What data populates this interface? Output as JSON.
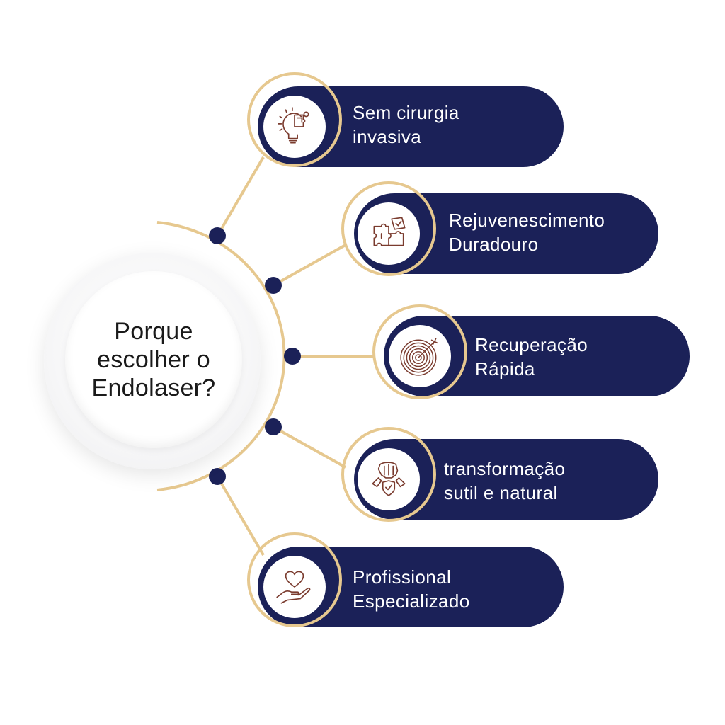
{
  "center": {
    "line1": "Porque",
    "line2": "escolher o",
    "line3": "Endolaser?"
  },
  "items": [
    {
      "line1": "Sem cirurgia",
      "line2": "invasiva",
      "icon": "lightbulb-puzzle-icon"
    },
    {
      "line1": "Rejuvenescimento",
      "line2": "Duradouro",
      "icon": "puzzle-icon"
    },
    {
      "line1": "Recuperação",
      "line2": "Rápida",
      "icon": "target-icon"
    },
    {
      "line1": "transformação",
      "line2": "sutil e natural",
      "icon": "handshake-shield-icon"
    },
    {
      "line1": "Profissional",
      "line2": "Especializado",
      "icon": "heart-hand-icon"
    }
  ],
  "colors": {
    "navy": "#1b2158",
    "gold": "#e6c88f",
    "icon_stroke": "#7a3b2e",
    "dot": "#1b2158"
  }
}
